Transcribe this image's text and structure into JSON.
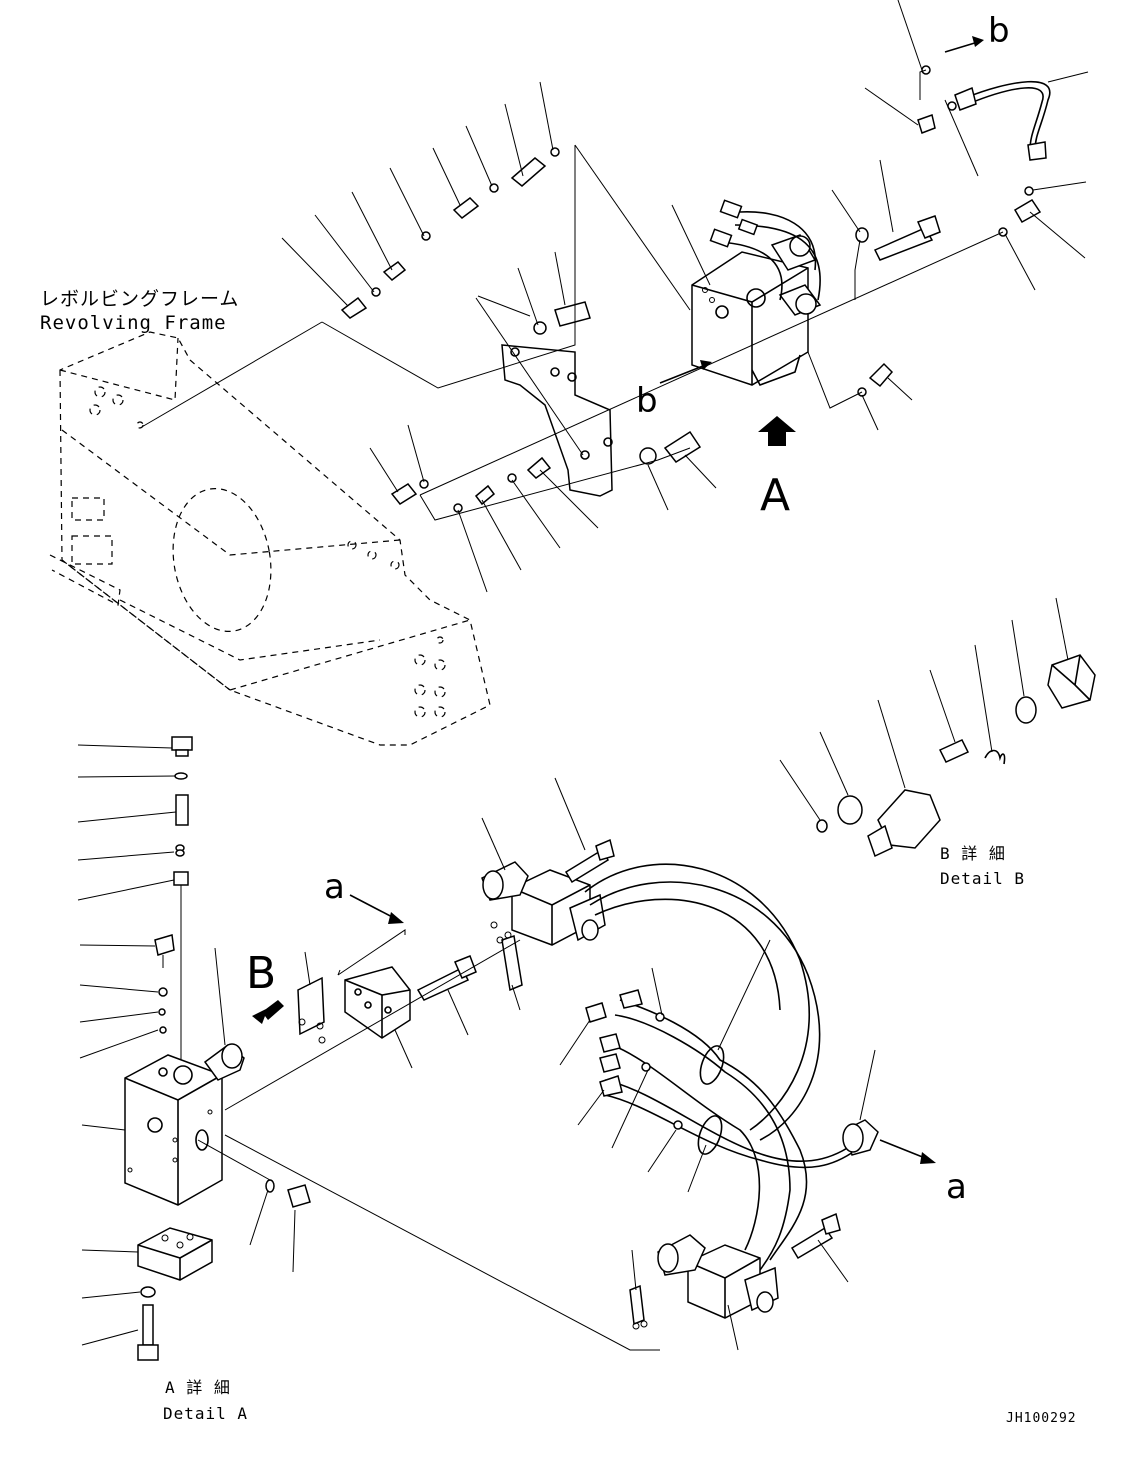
{
  "labels": {
    "frame_jp": "レボルビングフレーム",
    "frame_en": "Revolving Frame",
    "view_a": "A",
    "view_b": "B",
    "conn_a_top": "a",
    "conn_a_bottom": "a",
    "conn_b_top": "b",
    "conn_b_mid": "b",
    "detail_a_jp": "A 詳 細",
    "detail_a_en": "Detail A",
    "detail_b_jp": "B 詳 細",
    "detail_b_en": "Detail B",
    "drawing_id": "JH100292"
  }
}
